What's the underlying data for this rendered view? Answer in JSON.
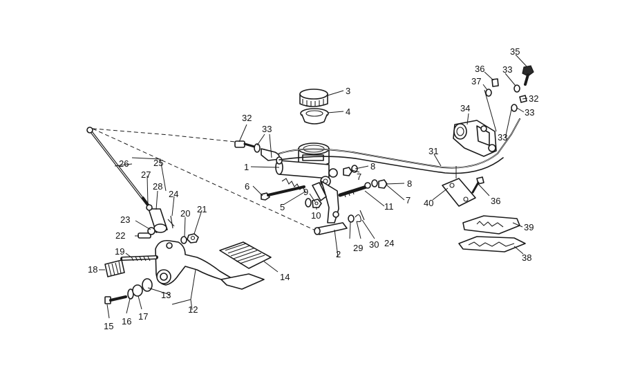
{
  "callouts": [
    {
      "id": "c1",
      "text": "1"
    },
    {
      "id": "c2",
      "text": "2"
    },
    {
      "id": "c3",
      "text": "3"
    },
    {
      "id": "c4",
      "text": "4"
    },
    {
      "id": "c5",
      "text": "5"
    },
    {
      "id": "c6",
      "text": "6"
    },
    {
      "id": "c7a",
      "text": "7"
    },
    {
      "id": "c7b",
      "text": "7"
    },
    {
      "id": "c8a",
      "text": "8"
    },
    {
      "id": "c8b",
      "text": "8"
    },
    {
      "id": "c9",
      "text": "9"
    },
    {
      "id": "c10",
      "text": "10"
    },
    {
      "id": "c11",
      "text": "11"
    },
    {
      "id": "c12",
      "text": "12"
    },
    {
      "id": "c13",
      "text": "13"
    },
    {
      "id": "c14",
      "text": "14"
    },
    {
      "id": "c15",
      "text": "15"
    },
    {
      "id": "c16",
      "text": "16"
    },
    {
      "id": "c17",
      "text": "17"
    },
    {
      "id": "c18",
      "text": "18"
    },
    {
      "id": "c19",
      "text": "19"
    },
    {
      "id": "c20",
      "text": "20"
    },
    {
      "id": "c21",
      "text": "21"
    },
    {
      "id": "c22",
      "text": "22"
    },
    {
      "id": "c23",
      "text": "23"
    },
    {
      "id": "c24a",
      "text": "24"
    },
    {
      "id": "c24b",
      "text": "24"
    },
    {
      "id": "c25",
      "text": "25"
    },
    {
      "id": "c26",
      "text": "26"
    },
    {
      "id": "c27",
      "text": "27"
    },
    {
      "id": "c28",
      "text": "28"
    },
    {
      "id": "c29",
      "text": "29"
    },
    {
      "id": "c30",
      "text": "30"
    },
    {
      "id": "c31",
      "text": "31"
    },
    {
      "id": "c32a",
      "text": "32"
    },
    {
      "id": "c32b",
      "text": "32"
    },
    {
      "id": "c33a",
      "text": "33"
    },
    {
      "id": "c33b",
      "text": "33"
    },
    {
      "id": "c33c",
      "text": "33"
    },
    {
      "id": "c33d",
      "text": "33"
    },
    {
      "id": "c34",
      "text": "34"
    },
    {
      "id": "c35",
      "text": "35"
    },
    {
      "id": "c36a",
      "text": "36"
    },
    {
      "id": "c36b",
      "text": "36"
    },
    {
      "id": "c37",
      "text": "37"
    },
    {
      "id": "c38",
      "text": "38"
    },
    {
      "id": "c39",
      "text": "39"
    },
    {
      "id": "c40",
      "text": "40"
    }
  ]
}
